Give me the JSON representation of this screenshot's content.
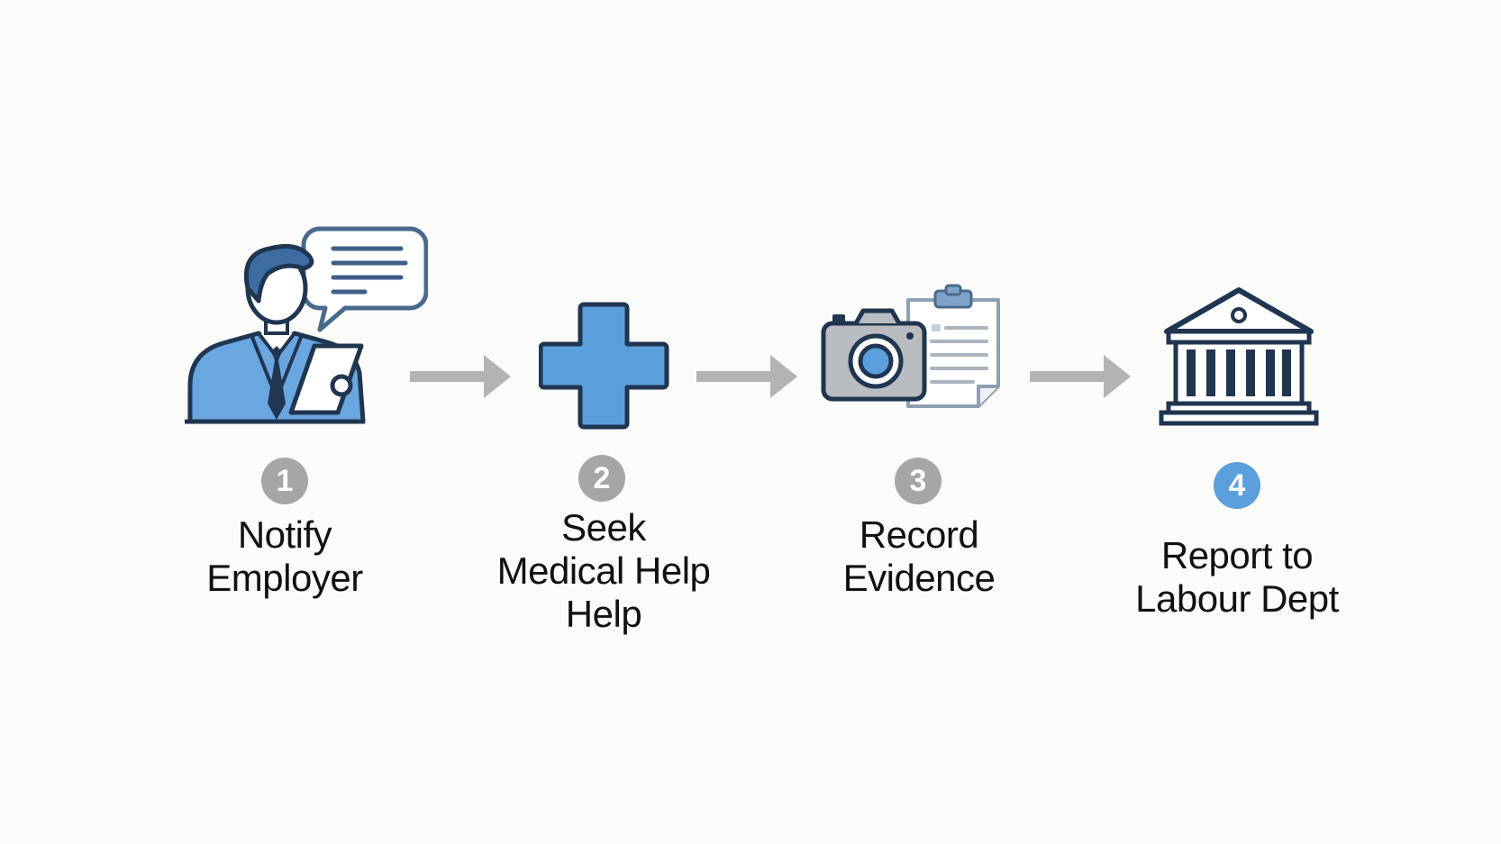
{
  "colors": {
    "accent": "#5b9fdc",
    "accent_dark": "#1f3550",
    "badge_muted": "#a6a6a6",
    "arrow": "#b3b3b3",
    "text": "#111111",
    "background": "#fbfbfa"
  },
  "steps": [
    {
      "number": "1",
      "icon": "person-with-speech-bubble-icon",
      "label_lines": [
        "Notify",
        "Employer"
      ],
      "badge_style": "muted"
    },
    {
      "number": "2",
      "icon": "medical-cross-icon",
      "label_lines": [
        "Seek",
        "Medical Help",
        "Help"
      ],
      "badge_style": "muted"
    },
    {
      "number": "3",
      "icon": "camera-and-clipboard-icon",
      "label_lines": [
        "Record",
        "Evidence"
      ],
      "badge_style": "muted"
    },
    {
      "number": "4",
      "icon": "government-building-icon",
      "label_lines": [
        "Report to",
        "Labour Dept"
      ],
      "badge_style": "active"
    }
  ]
}
